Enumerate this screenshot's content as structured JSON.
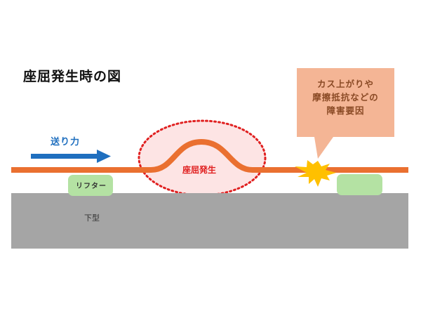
{
  "title": "座屈発生時の図",
  "feed_force": {
    "label": "送り力",
    "arrow_color": "#1f6fbf"
  },
  "buckle": {
    "label": "座屈発生",
    "highlight_color": "#e02020",
    "fill_color": "#fde4e4"
  },
  "callout": {
    "lines": [
      "カス上がりや",
      "摩擦抵抗などの",
      "障害要因"
    ],
    "fill_color": "#f4b595"
  },
  "lifter": {
    "label": "リフター",
    "color": "#b4e2a3"
  },
  "lower_die": {
    "label": "下型",
    "color": "#a5a5a5"
  },
  "strip": {
    "color": "#ea7030"
  },
  "impact": {
    "color": "#ffc000"
  }
}
